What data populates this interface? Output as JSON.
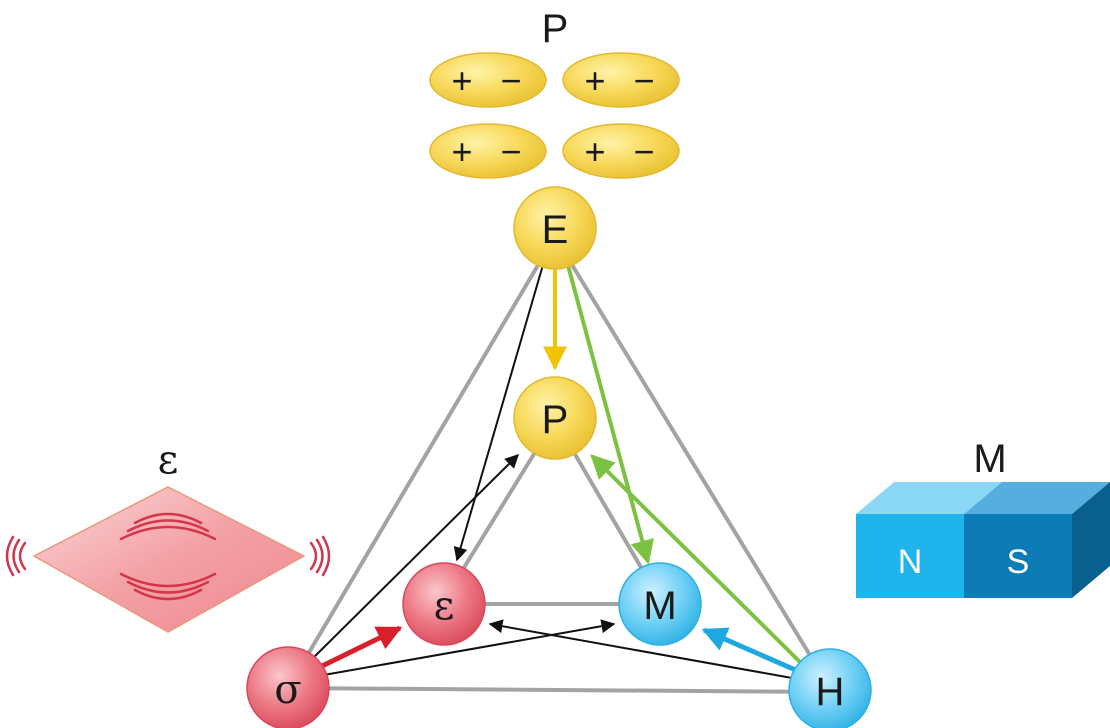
{
  "polarization": {
    "title": "P",
    "dipoles": [
      {
        "plus": "+",
        "minus": "−"
      },
      {
        "plus": "+",
        "minus": "−"
      },
      {
        "plus": "+",
        "minus": "−"
      },
      {
        "plus": "+",
        "minus": "−"
      }
    ]
  },
  "nodes": {
    "E": "E",
    "P": "P",
    "epsilon": "ε",
    "M": "M",
    "sigma": "σ",
    "H": "H"
  },
  "strain_panel": {
    "title": "ε"
  },
  "magnet_panel": {
    "title": "M",
    "north": "N",
    "south": "S"
  },
  "colors": {
    "electric": "#f3cd3c",
    "strain": "#e0505f",
    "magnetic": "#33b3e4",
    "edge": "#a0a0a0",
    "arrow_E_to_P": "#f2c300",
    "arrow_E_to_M": "#7cc242",
    "arrow_sigma_to_epsilon": "#d81f2a",
    "arrow_H_to_M": "#1ea7e0"
  }
}
